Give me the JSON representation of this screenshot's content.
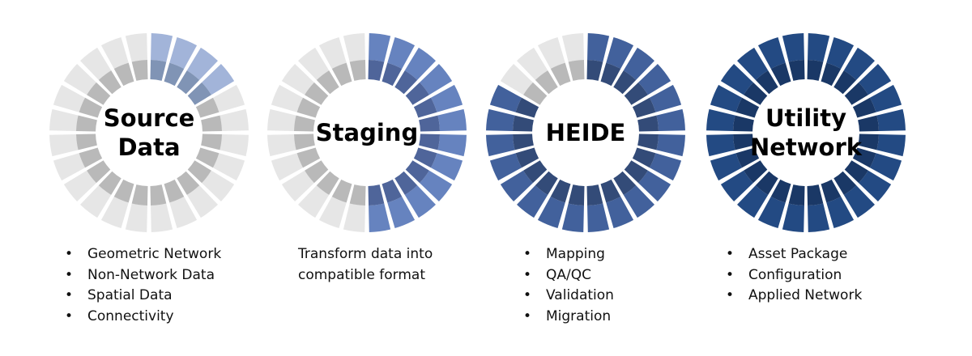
{
  "stages": [
    {
      "title_lines": [
        "Source",
        "Data"
      ],
      "progress_segments": 4,
      "accent": "#a2b4d9",
      "accent_inner": "#8094b5",
      "bullets": [
        "Geometric Network",
        "Non-Network Data",
        "Spatial Data",
        "Connectivity"
      ]
    },
    {
      "title_lines": [
        "Staging"
      ],
      "progress_segments": 12,
      "accent": "#6683bf",
      "accent_inner": "#4f659a",
      "text_lines": [
        "Transform data into",
        "compatible format"
      ]
    },
    {
      "title_lines": [
        "HEIDE"
      ],
      "progress_segments": 20,
      "accent": "#42619c",
      "accent_inner": "#334b78",
      "bullets": [
        "Mapping",
        "QA/QC",
        "Validation",
        "Migration"
      ]
    },
    {
      "title_lines": [
        "Utility",
        "Network"
      ],
      "progress_segments": 24,
      "accent": "#234a83",
      "accent_inner": "#1a3866",
      "bullets": [
        "Asset Package",
        "Configuration",
        "Applied Network"
      ]
    }
  ],
  "colors": {
    "inactive_outer": "#e6e6e6",
    "inactive_inner": "#b9b9b9",
    "background": "#ffffff"
  }
}
